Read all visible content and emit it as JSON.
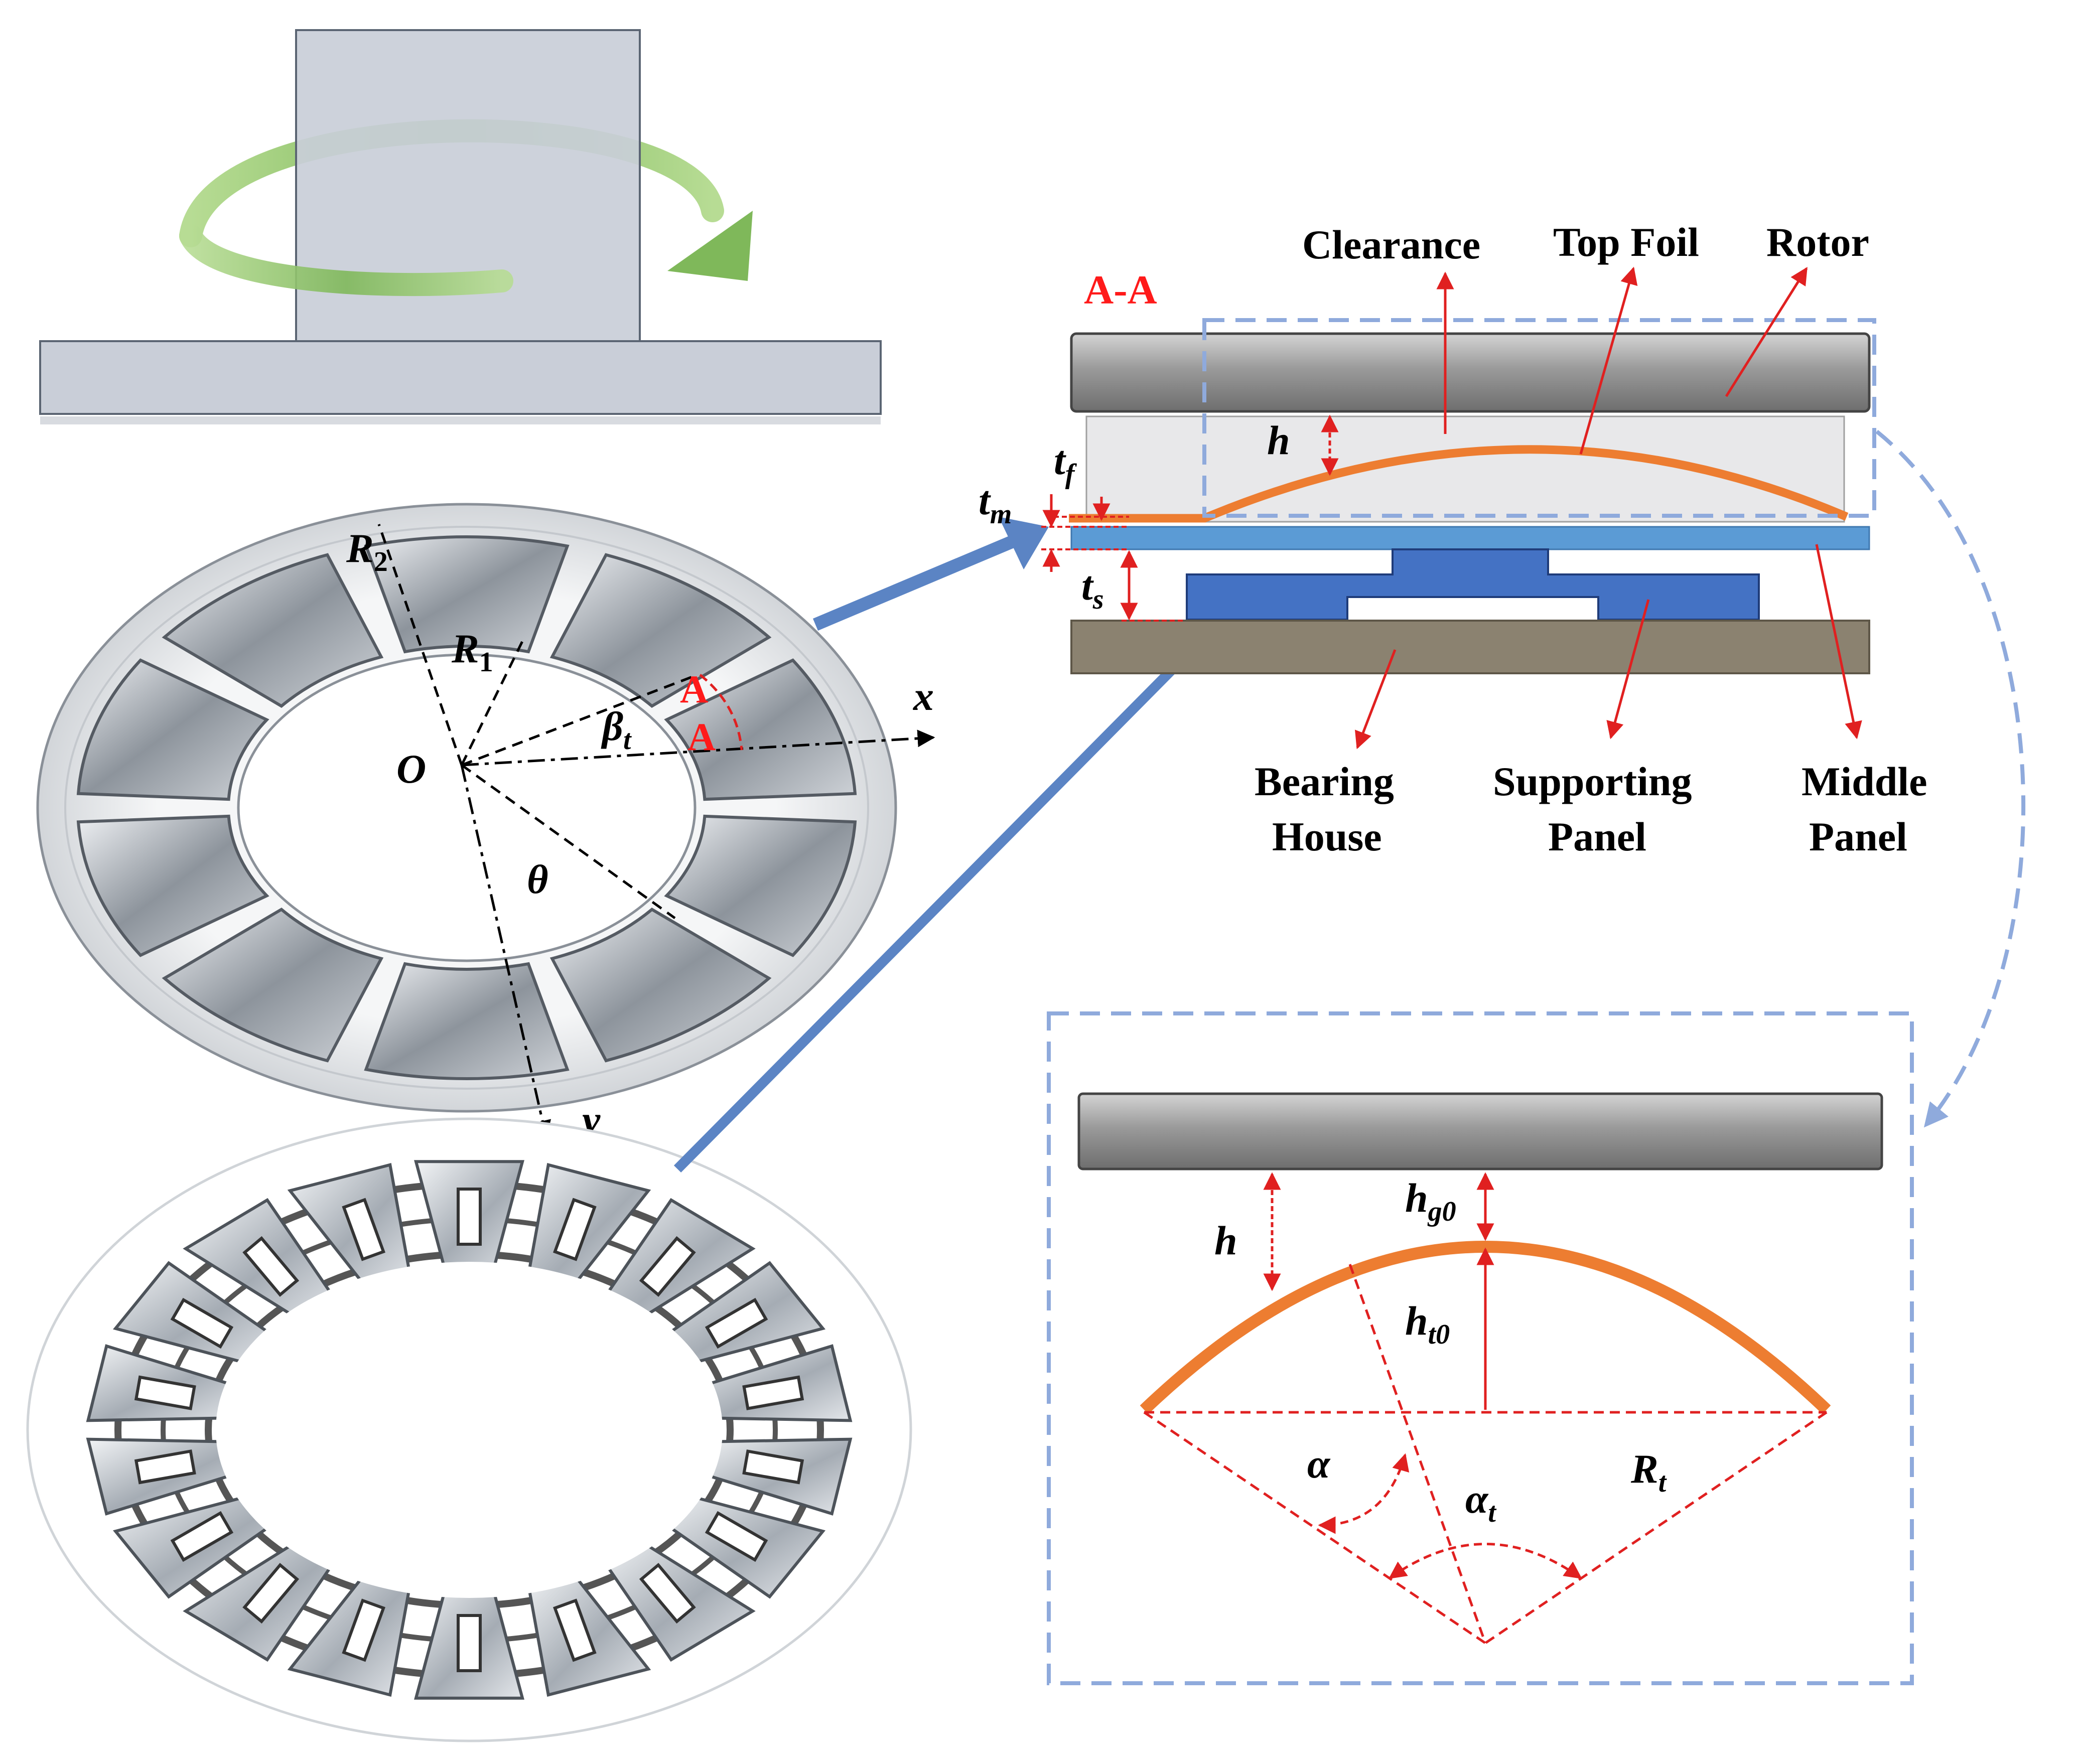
{
  "section_label": "A-A",
  "section_marks": [
    "A",
    "A"
  ],
  "components": {
    "clearance": "Clearance",
    "top_foil": "Top Foil",
    "rotor": "Rotor",
    "bearing_house_line1": "Bearing",
    "bearing_house_line2": "House",
    "supporting_panel_line1": "Supporting",
    "supporting_panel_line2": "Panel",
    "middle_panel_line1": "Middle",
    "middle_panel_line2": "Panel"
  },
  "symbols": {
    "h": "h",
    "t": "t",
    "f": "f",
    "m": "m",
    "s": "s",
    "R": "R",
    "one": "1",
    "two": "2",
    "O": "O",
    "x": "x",
    "y": "y",
    "theta": "θ",
    "beta": "β",
    "alpha": "α",
    "g0": "g0",
    "t0": "t0"
  },
  "colors": {
    "rotor": "#9a9a9a",
    "foil": "#ed7d31",
    "middle_panel": "#5b9bd5",
    "supporting_panel": "#4472c4",
    "bearing_house": "#8b8270",
    "dimension": "#e02020",
    "dashed_box": "#8faadc",
    "spin_arrow": "#8fc36b"
  }
}
